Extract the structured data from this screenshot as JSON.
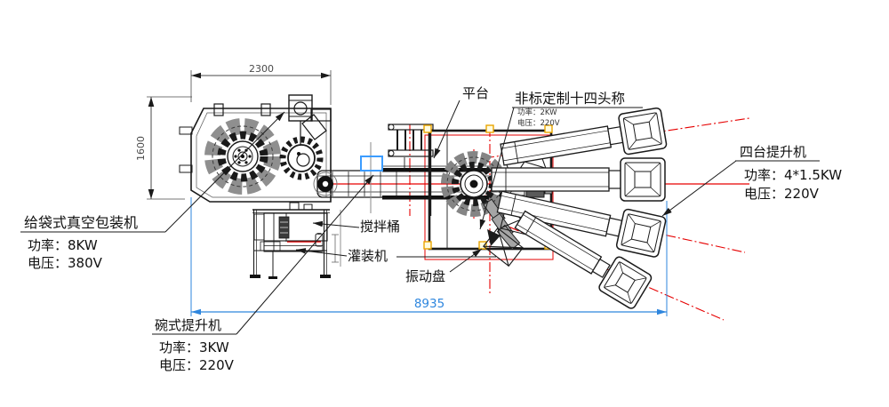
{
  "drawing": {
    "title_context": "packaging line layout plan",
    "labels": {
      "platform": "平台",
      "scale": "非标定制十四头称",
      "scale_power": "功率：2KW",
      "scale_voltage": "电压：220V",
      "lifters": "四台提升机",
      "lifters_power": "功率：4*1.5KW",
      "lifters_voltage": "电压：220V",
      "packer": "给袋式真空包装机",
      "packer_power": "功率：8KW",
      "packer_voltage": "电压：380V",
      "bowl_lifter": "碗式提升机",
      "bowl_lifter_power": "功率：3KW",
      "bowl_lifter_voltage": "电压：220V",
      "mixer": "搅拌桶",
      "filler": "灌装机",
      "vibrator": "振动盘"
    },
    "dimensions": {
      "overall_width": "8935",
      "machine_width": "2300",
      "machine_depth": "1600"
    },
    "colors": {
      "dimension_blue": "#2e86de",
      "centerline_red": "#e60000",
      "highlight_orange": "#eaa500",
      "highlight_blue": "#3b9cff",
      "line_black": "#1a1a1a"
    }
  }
}
